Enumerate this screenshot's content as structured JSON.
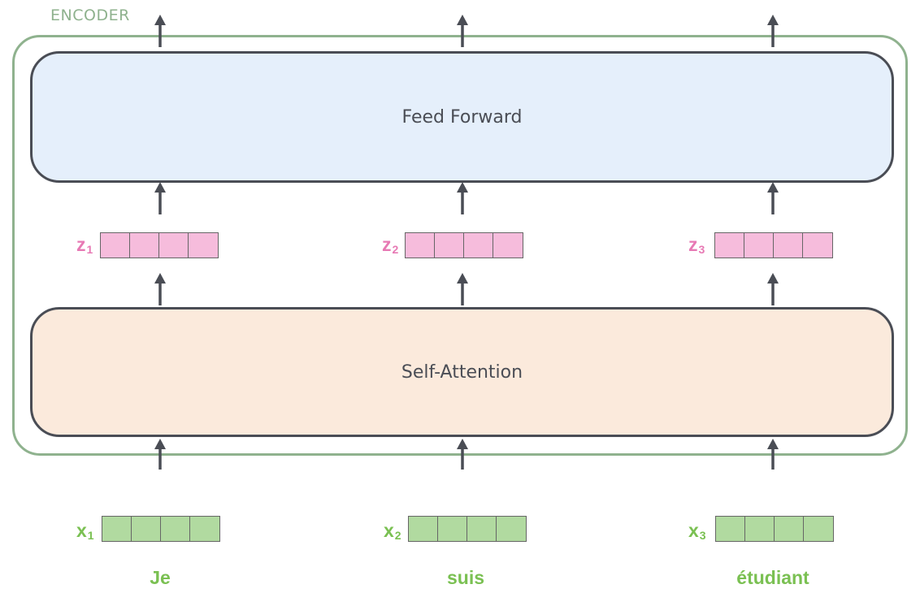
{
  "encoder": {
    "label": "ENCODER",
    "feed_forward_label": "Feed Forward",
    "self_attention_label": "Self-Attention"
  },
  "z_vectors": [
    {
      "symbol": "z",
      "index": "1"
    },
    {
      "symbol": "z",
      "index": "2"
    },
    {
      "symbol": "z",
      "index": "3"
    }
  ],
  "x_vectors": [
    {
      "symbol": "x",
      "index": "1"
    },
    {
      "symbol": "x",
      "index": "2"
    },
    {
      "symbol": "x",
      "index": "3"
    }
  ],
  "words": [
    "Je",
    "suis",
    "étudiant"
  ],
  "colors": {
    "encoder_border": "#8fb28e",
    "feed_forward_fill": "#e5effb",
    "self_attention_fill": "#fbeadc",
    "layer_border": "#4a4d55",
    "z_color": "#e779b4",
    "z_cell": "#f6bcdc",
    "x_color": "#7ac052",
    "x_cell": "#b1daa0",
    "arrow": "#4a4d55"
  }
}
